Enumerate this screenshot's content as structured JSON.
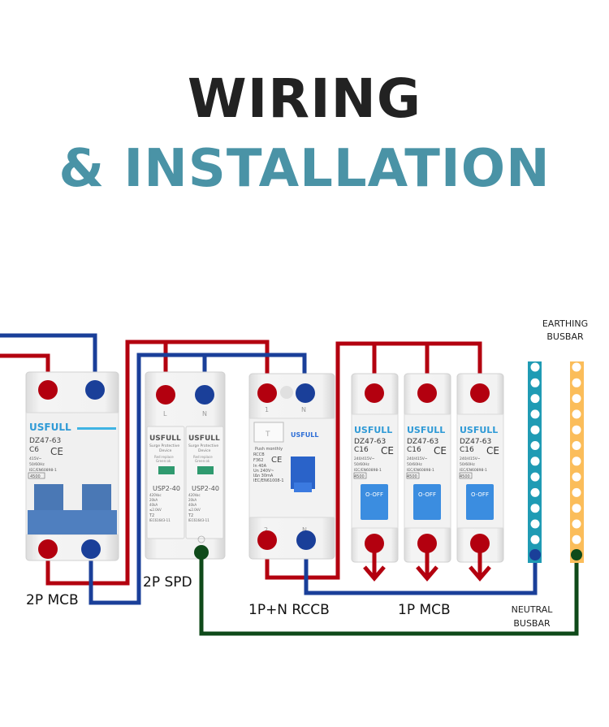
{
  "title": {
    "line1": "WIRING",
    "line2": "& INSTALLATION"
  },
  "colors": {
    "title_dark": "#222222",
    "title_accent": "#4a93a6",
    "live_wire": "#b3000f",
    "neutral_wire": "#1a3f99",
    "earth_wire": "#0f4a1a",
    "neutral_busbar": "#1f9bb4",
    "earthing_busbar": "#fbbd5a",
    "brand_blue": "#2f9ad6",
    "switch_blue": "#3b8de0",
    "handle_grey_blue": "#4f7fbf"
  },
  "labels": {
    "mcb2p": "2P MCB",
    "spd2p": "2P SPD",
    "rccb": "1P+N RCCB",
    "mcb1p": "1P MCB",
    "earthing_busbar_line1": "EARTHING",
    "earthing_busbar_line2": "BUSBAR",
    "neutral_busbar_line1": "NEUTRAL",
    "neutral_busbar_line2": "BUSBAR"
  },
  "devices": {
    "mcb2p": {
      "brand": "USFULL",
      "model": "DZ47-63",
      "rating": "C6",
      "voltage": "415V~",
      "freq": "50/60Hz",
      "standard": "IEC/EN60898-1",
      "capacity": "4500",
      "ce": "CE"
    },
    "spd": {
      "poles": [
        {
          "terminal": "L",
          "brand": "USFULL",
          "desc1": "Surge Protective",
          "desc2": "Device",
          "note1": "Red:replace",
          "note2": "Green:ok",
          "model": "USP2-40",
          "specs": [
            [
              "Uc:",
              "420Vac"
            ],
            [
              "In:",
              "20kA"
            ],
            [
              "Imax:",
              "40kA"
            ],
            [
              "Up:",
              "≤2.0kV"
            ]
          ],
          "class": "T2",
          "standard": "IEC61643-11"
        },
        {
          "terminal": "N",
          "brand": "USFULL",
          "desc1": "Surge Protective",
          "desc2": "Device",
          "note1": "Red:replace",
          "note2": "Green:ok",
          "model": "USP2-40",
          "specs": [
            [
              "Uc:",
              "420Vac"
            ],
            [
              "In:",
              "20kA"
            ],
            [
              "Imax:",
              "40kA"
            ],
            [
              "Up:",
              "≤2.0kV"
            ]
          ],
          "class": "T2",
          "standard": "IEC61643-11"
        }
      ]
    },
    "rccb": {
      "brand": "USFULL",
      "test_button": "T",
      "push_note": "Push monthly",
      "type": "RCCB",
      "model": "F362",
      "in": "In 40A",
      "un": "Un 240V~",
      "idn": "IΔn 30mA",
      "standard": "IEC/EN61008-1",
      "ce": "CE",
      "terminal_top_left": "1",
      "terminal_top_right": "N",
      "terminal_bottom_left": "2",
      "terminal_bottom_right": "N"
    },
    "mcb1p": [
      {
        "brand": "USFULL",
        "model": "DZ47-63",
        "rating": "C16",
        "voltage": "240/415V~",
        "freq": "50/60Hz",
        "standard": "IEC/EN60898-1",
        "capacity": "4500",
        "switch": "O-OFF",
        "ce": "CE"
      },
      {
        "brand": "USFULL",
        "model": "DZ47-63",
        "rating": "C16",
        "voltage": "240/415V~",
        "freq": "50/60Hz",
        "standard": "IEC/EN60898-1",
        "capacity": "4500",
        "switch": "O-OFF",
        "ce": "CE"
      },
      {
        "brand": "USFULL",
        "model": "DZ47-63",
        "rating": "C16",
        "voltage": "240/415V~",
        "freq": "50/60Hz",
        "standard": "IEC/EN60898-1",
        "capacity": "4500",
        "switch": "O-OFF",
        "ce": "CE"
      }
    ]
  },
  "busbars": {
    "neutral_holes": 12,
    "earthing_holes": 12
  }
}
